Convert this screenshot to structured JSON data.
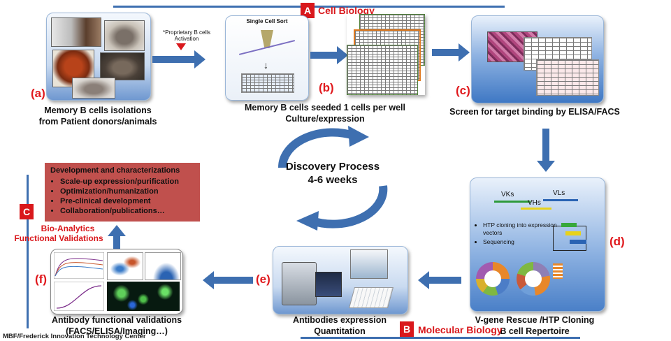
{
  "sections": {
    "a": {
      "badge": "A",
      "label": "Cell Biology"
    },
    "b": {
      "badge": "B",
      "label": "Molecular Biology"
    },
    "c": {
      "badge": "C",
      "label_line1": "Bio-Analytics",
      "label_line2": "Functional Validations"
    }
  },
  "steps": {
    "a": {
      "letter": "(a)",
      "line1": "Memory B cells isolations",
      "line2": "from Patient donors/animals"
    },
    "b": {
      "letter": "(b)",
      "line1": "Memory B cells seeded  1 cells per well",
      "line2": "Culture/expression",
      "sort_title": "Single Cell Sort"
    },
    "c": {
      "letter": "(c)",
      "line1": "Screen for target  binding by ELISA/FACS"
    },
    "d": {
      "letter": "(d)",
      "line1": "V-gene Rescue /HTP Cloning",
      "line2": "B cell Repertoire",
      "genes": {
        "vk": "VKs",
        "vl": "VLs",
        "vh": "VHs"
      },
      "bullets": [
        "HTP cloning into expression vectors",
        "Sequencing"
      ]
    },
    "e": {
      "letter": "(e)",
      "line1": "Antibodies expression",
      "line2": "Quantitation"
    },
    "f": {
      "letter": "(f)",
      "line1": "Antibody functional validations",
      "line2": "(FACS/ELISA/Imaging…)"
    }
  },
  "activation_note": {
    "line1": "*Proprietary B cells",
    "line2": "Activation"
  },
  "center": {
    "line1": "Discovery Process",
    "line2": "4-6 weeks"
  },
  "development": {
    "title": "Development and characterizations",
    "items": [
      "Scale-up expression/purification",
      "Optimization/humanization",
      "Pre-clinical development",
      "Collaboration/publications…"
    ]
  },
  "footer": "MBF/Frederick Innovation Technology Center",
  "colors": {
    "accent_red": "#d9181c",
    "arrow_blue": "#3e6fb0",
    "dev_box": "#c0504d"
  }
}
